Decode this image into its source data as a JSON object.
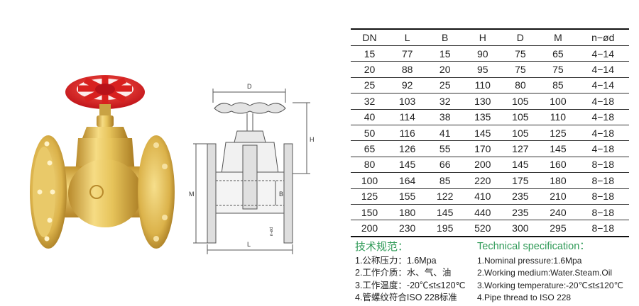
{
  "table": {
    "columns": [
      "DN",
      "L",
      "B",
      "H",
      "D",
      "M",
      "n−ød"
    ],
    "rows": [
      [
        "15",
        "77",
        "15",
        "90",
        "75",
        "65",
        "4−14"
      ],
      [
        "20",
        "88",
        "20",
        "95",
        "75",
        "75",
        "4−14"
      ],
      [
        "25",
        "92",
        "25",
        "110",
        "80",
        "85",
        "4−14"
      ],
      [
        "32",
        "103",
        "32",
        "130",
        "105",
        "100",
        "4−18"
      ],
      [
        "40",
        "114",
        "38",
        "135",
        "105",
        "110",
        "4−18"
      ],
      [
        "50",
        "116",
        "41",
        "145",
        "105",
        "125",
        "4−18"
      ],
      [
        "65",
        "126",
        "55",
        "170",
        "127",
        "145",
        "4−18"
      ],
      [
        "80",
        "145",
        "66",
        "200",
        "145",
        "160",
        "8−18"
      ],
      [
        "100",
        "164",
        "85",
        "220",
        "175",
        "180",
        "8−18"
      ],
      [
        "125",
        "155",
        "122",
        "410",
        "235",
        "210",
        "8−18"
      ],
      [
        "150",
        "180",
        "145",
        "440",
        "235",
        "240",
        "8−18"
      ],
      [
        "200",
        "230",
        "195",
        "520",
        "300",
        "295",
        "8−18"
      ]
    ]
  },
  "drawing": {
    "label_d": "D",
    "label_h": "H",
    "label_m": "M",
    "label_b": "B",
    "label_l": "L",
    "label_hole": "n-ød"
  },
  "spec_cn": {
    "title": "技术规范：",
    "items": [
      "1.公称压力：1.6Mpa",
      "2.工作介质：水、气、油",
      "3.工作温度：-20℃≤t≤120℃",
      "4.管螺纹符合ISO 228标准"
    ]
  },
  "spec_en": {
    "title": "Technical specification：",
    "items": [
      "1.Nominal pressure:1.6Mpa",
      "2.Working medium:Water.Steam.Oil",
      "3.Working temperature:-20℃≤t≤120℃",
      "4.Pipe thread to ISO 228"
    ]
  },
  "colors": {
    "handwheel": "#e02a2a",
    "brass": "#e8c65a",
    "accent_green": "#2f9a57"
  }
}
